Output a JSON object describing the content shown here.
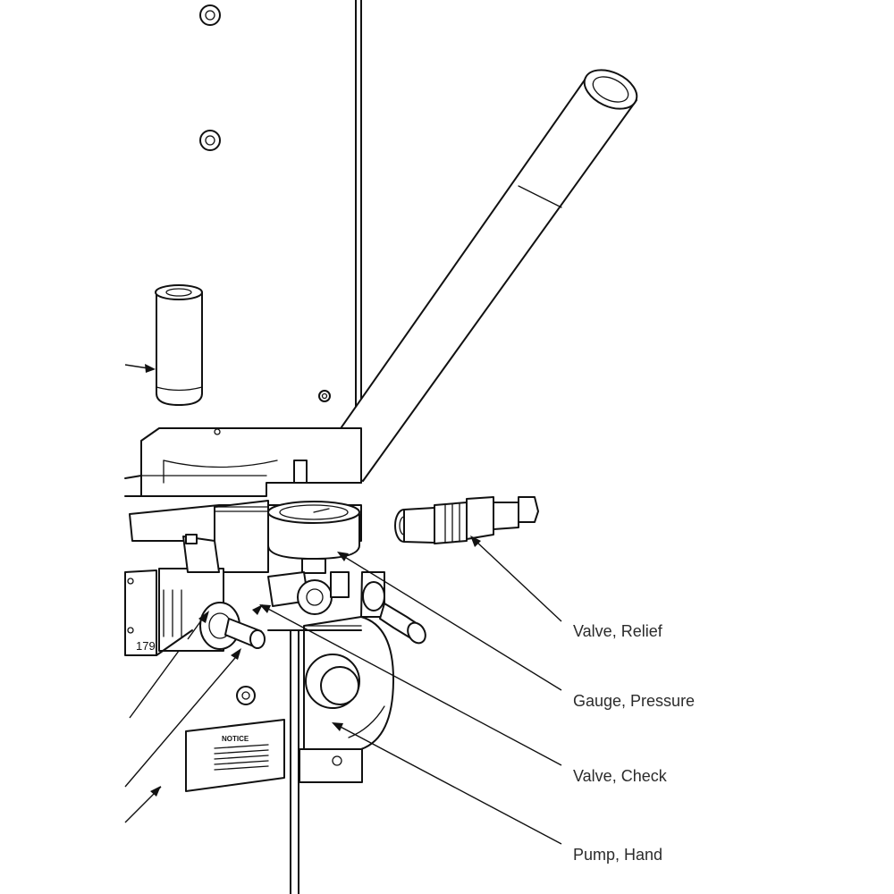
{
  "callouts": {
    "relief_valve": "Valve, Relief",
    "pressure_gauge": "Gauge, Pressure",
    "check_valve": "Valve, Check",
    "hand_pump": "Pump, Hand"
  },
  "part_marks": {
    "plate_number": "179",
    "notice_title": "NOTICE"
  }
}
